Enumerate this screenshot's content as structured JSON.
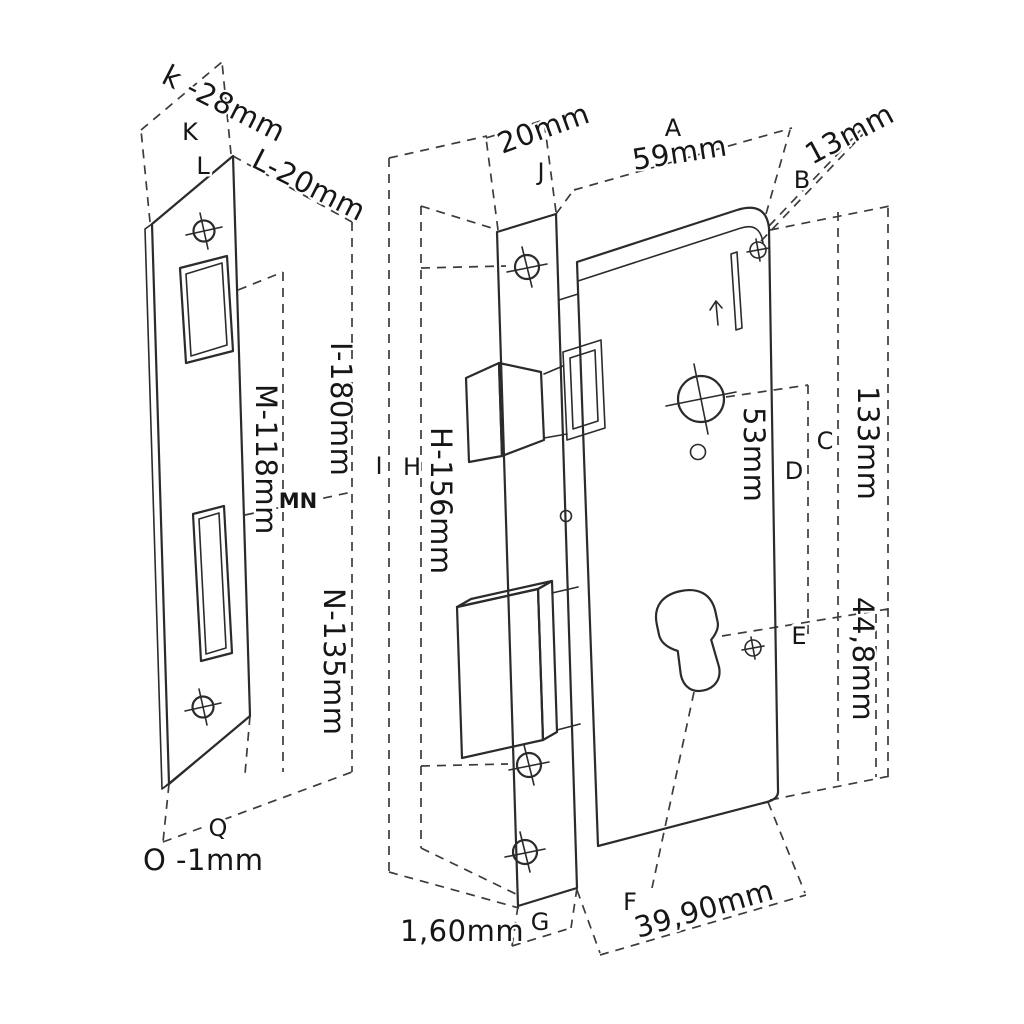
{
  "title": "Mortise lock and strike plate dimension diagram",
  "colors": {
    "line": "#2b2b2b",
    "dashed_line": "#3c3c3c",
    "text": "#161616",
    "background": "#ffffff"
  },
  "strike": {
    "k_dim": "k -28mm",
    "point_k": "K",
    "point_l": "L",
    "l_dim": "L-20mm",
    "m_dim": "M-118mm",
    "mn_label": "MN",
    "i_dim": "I-180mm",
    "n_dim": "N-135mm",
    "point_q": "Q",
    "o_dim": "O -1mm"
  },
  "lock": {
    "j_dim": "20mm",
    "point_j": "J",
    "point_a": "A",
    "a_dim": "59mm",
    "b_dim": "13mm",
    "point_b": "B",
    "spindle_dim": "53mm",
    "point_c": "C",
    "c_dim": "133mm",
    "point_d": "D",
    "point_e": "E",
    "e_dim": "44,8mm",
    "point_i": "I",
    "point_h": "H",
    "h_dim": "H-156mm",
    "g_dim": "1,60mm",
    "point_g": "G",
    "point_f": "F",
    "f_dim": "39,90mm"
  }
}
